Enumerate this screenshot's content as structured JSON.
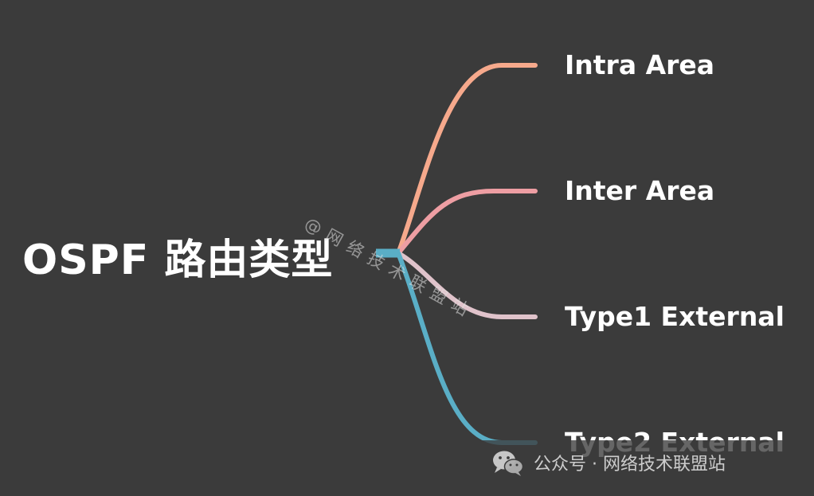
{
  "root": {
    "title": "OSPF 路由类型"
  },
  "branches": [
    {
      "label": "Intra Area",
      "color": "#f6a98c"
    },
    {
      "label": "Inter Area",
      "color": "#ee9ea3"
    },
    {
      "label": "Type1 External",
      "color": "#e0c3cb"
    },
    {
      "label": "Type2 External",
      "color": "#5aaec6"
    }
  ],
  "stem_color": "#5aaec6",
  "watermarks": {
    "diagonal": "@网络技术联盟站",
    "footer": "公众号 · 网络技术联盟站",
    "footer_icon": "wechat-icon"
  }
}
